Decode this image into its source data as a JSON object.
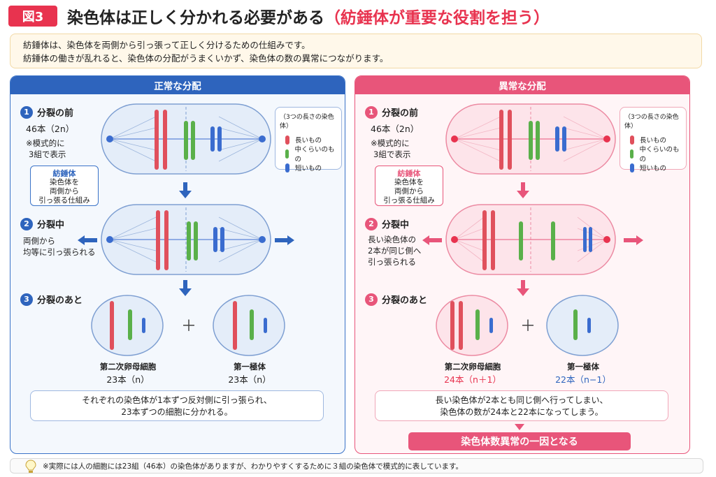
{
  "header": {
    "badge": "図3",
    "title_main": "染色体は正しく分かれる必要がある",
    "paren_open": "（",
    "title_hl": "紡錘体",
    "title_rest": "が重要な役割を担う",
    "paren_close": "）"
  },
  "intro": {
    "line1": "紡錘体は、染色体を両側から引っ張って正しく分けるための仕組みです。",
    "line2": "紡錘体の働きが乱れると、染色体の分配がうまくいかず、染色体の数の異常につながります。"
  },
  "normal": {
    "heading": "正常な分配",
    "step1": {
      "num": "1",
      "title": "分裂の前",
      "count": "46本（2n）",
      "note1": "※模式的に",
      "note2": "3組で表示"
    },
    "callout": {
      "title": "紡錘体",
      "l1": "染色体を",
      "l2": "両側から",
      "l3": "引っ張る仕組み"
    },
    "legend": {
      "title": "（3つの長さの染色体）",
      "long": "長いもの",
      "mid": "中くらいのもの",
      "short": "短いもの"
    },
    "step2": {
      "num": "2",
      "title": "分裂中",
      "d1": "両側から",
      "d2": "均等に引っ張られる"
    },
    "step3": {
      "num": "3",
      "title": "分裂のあと"
    },
    "cellA": {
      "label": "第二次卵母細胞",
      "count": "23本（n）"
    },
    "cellB": {
      "label": "第一極体",
      "count": "23本（n）"
    },
    "plus": "＋",
    "summary": {
      "l1": "それぞれの染色体が1本ずつ反対側に引っ張られ、",
      "l2": "23本ずつの細胞に分かれる。"
    }
  },
  "abnormal": {
    "heading": "異常な分配",
    "step1": {
      "num": "1",
      "title": "分裂の前",
      "count": "46本（2n）",
      "note1": "※模式的に",
      "note2": "3組で表示"
    },
    "callout": {
      "title": "紡錘体",
      "l1": "染色体を",
      "l2": "両側から",
      "l3": "引っ張る仕組み"
    },
    "legend": {
      "title": "（3つの長さの染色体）",
      "long": "長いもの",
      "mid": "中くらいのもの",
      "short": "短いもの"
    },
    "step2": {
      "num": "2",
      "title": "分裂中",
      "d1": "長い染色体の",
      "d2": "2本が同じ側へ",
      "d3": "引っ張られる"
    },
    "step3": {
      "num": "3",
      "title": "分裂のあと"
    },
    "cellA": {
      "label": "第二次卵母細胞",
      "count": "24本（n＋1）"
    },
    "cellB": {
      "label": "第一極体",
      "count": "22本（n−1）"
    },
    "plus": "＋",
    "summary": {
      "l1": "長い染色体が2本とも同じ側へ行ってしまい、",
      "l2": "染色体の数が24本と22本になってしまう。"
    },
    "result": "染色体数異常の一因となる"
  },
  "footnote": "※実際には人の細胞には23組（46本）の染色体がありますが、わかりやすくするために３組の染色体で模式的に表しています。",
  "colors": {
    "accent_red": "#e8334f",
    "blue": "#2e64bd",
    "pink": "#e8557a",
    "chrom_long": "#e0505c",
    "chrom_mid": "#5ab04a",
    "chrom_short": "#3a6ccf"
  },
  "chart_data": {
    "type": "table",
    "title": "染色体は正しく分かれる必要がある（紡錘体が重要な役割を担う）",
    "columns": [
      "",
      "第二次卵母細胞",
      "第一極体"
    ],
    "rows": [
      [
        "正常な分配",
        "23本（n）",
        "23本（n）"
      ],
      [
        "異常な分配",
        "24本（n＋1）",
        "22本（n−1）"
      ]
    ]
  }
}
